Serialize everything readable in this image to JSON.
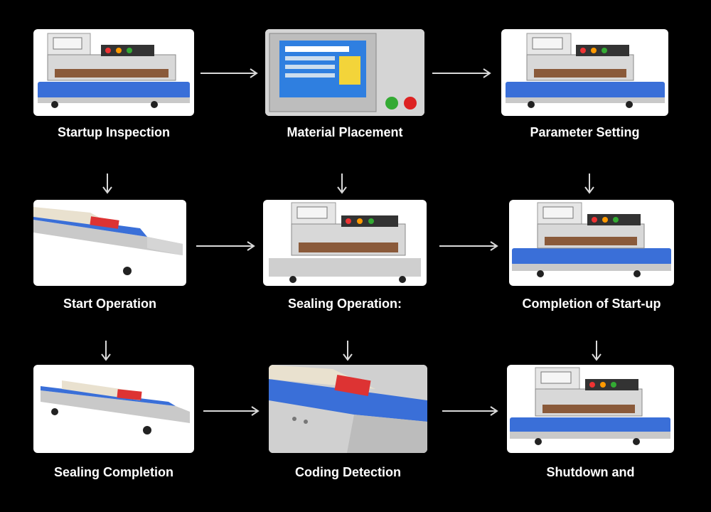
{
  "steps": [
    {
      "label": "Startup Inspection",
      "image": "sealing-machine"
    },
    {
      "label": "Material Placement",
      "image": "control-touchscreen"
    },
    {
      "label": "Parameter Setting",
      "image": "sealing-machine"
    },
    {
      "label": "Start Operation",
      "image": "conveyor-with-bag"
    },
    {
      "label": "Sealing Operation:",
      "image": "sealing-machine"
    },
    {
      "label": "Completion of Start-up",
      "image": "sealing-machine"
    },
    {
      "label": "Sealing Completion",
      "image": "conveyor-with-bag"
    },
    {
      "label": "Coding Detection",
      "image": "conveyor-closeup"
    },
    {
      "label": "Shutdown and",
      "image": "sealing-machine"
    }
  ],
  "colors": {
    "background": "#000000",
    "conveyor": "#3a6fd8",
    "arrow": "#d9d9d9"
  }
}
